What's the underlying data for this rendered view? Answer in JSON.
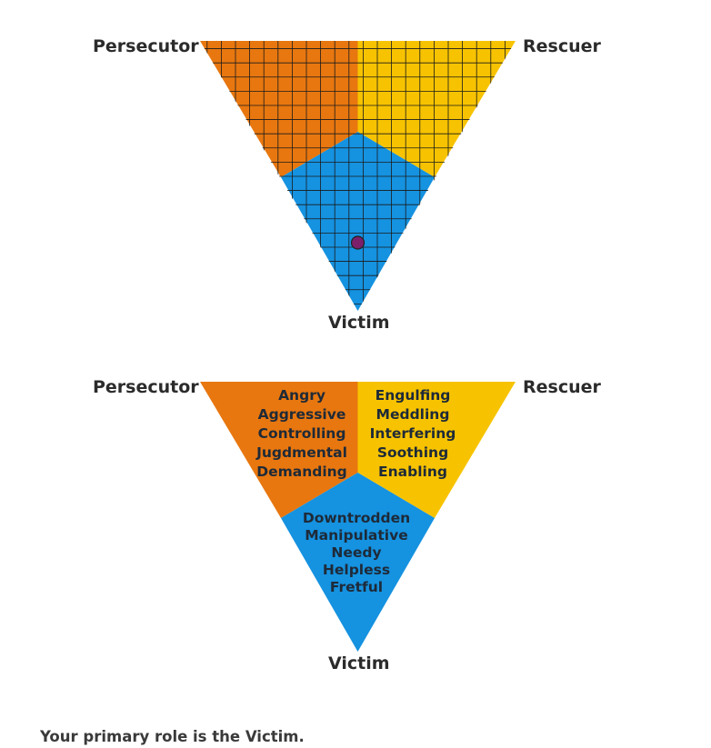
{
  "colors": {
    "persecutor": "#e8770f",
    "rescuer": "#f7c300",
    "victim": "#1592e0",
    "marker": "#7b1f6b",
    "grid": "#1b1b1b"
  },
  "top_diagram": {
    "labels": {
      "persecutor": "Persecutor",
      "rescuer": "Rescuer",
      "victim": "Victim"
    },
    "marker": {
      "role": "Victim",
      "shown": true
    },
    "grid": true
  },
  "bottom_diagram": {
    "labels": {
      "persecutor": "Persecutor",
      "rescuer": "Rescuer",
      "victim": "Victim"
    },
    "persecutor_traits": [
      "Angry",
      "Aggressive",
      "Controlling",
      "Jugdmental",
      "Demanding"
    ],
    "rescuer_traits": [
      "Engulfing",
      "Meddling",
      "Interfering",
      "Soothing",
      "Enabling"
    ],
    "victim_traits": [
      "Downtrodden",
      "Manipulative",
      "Needy",
      "Helpless",
      "Fretful"
    ]
  },
  "result_text": "Your primary role is the Victim."
}
